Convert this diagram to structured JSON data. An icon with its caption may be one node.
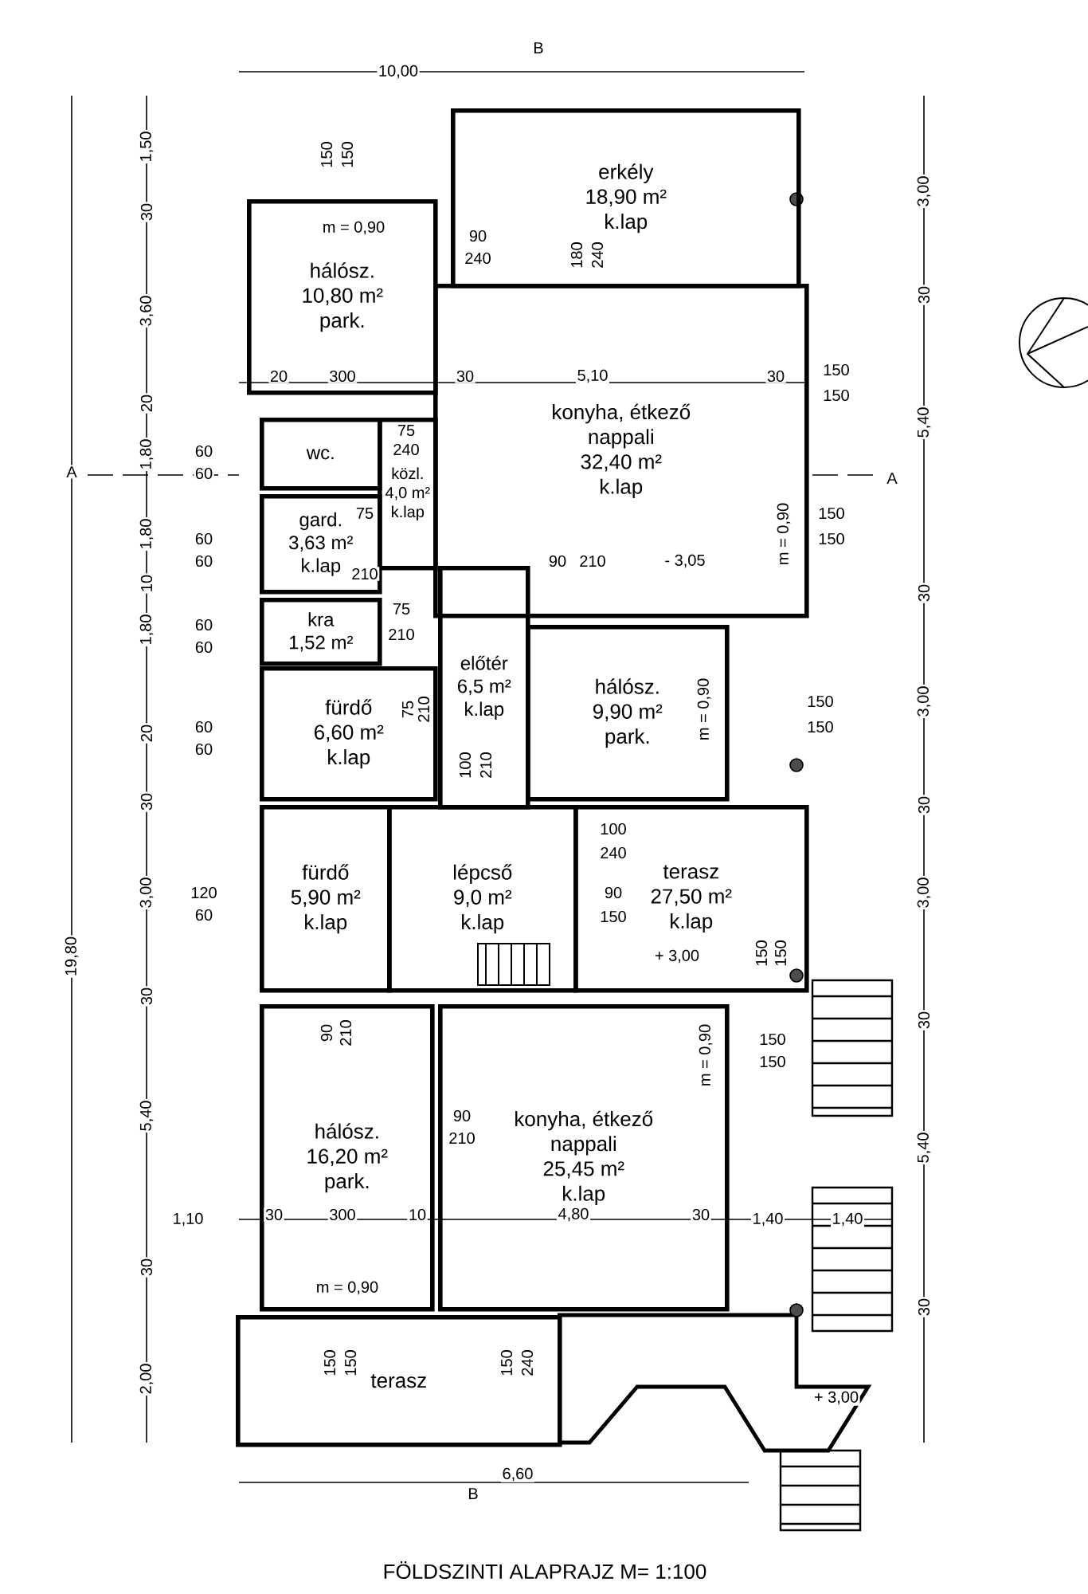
{
  "diagram": {
    "caption": "FÖLDSZINTI ALAPRAJZ M= 1:100",
    "nodes": [
      {
        "text": [
          "erkély",
          "18,90 m²",
          "k.lap"
        ]
      },
      {
        "text": [
          "hálósz.",
          "10,80 m²",
          "park."
        ]
      },
      {
        "text": [
          "konyha, étkező",
          "nappali",
          "32,40 m²",
          "k.lap"
        ]
      },
      {
        "text": [
          "wc."
        ]
      },
      {
        "text": [
          "közl.",
          "4,0 m²",
          "k.lap"
        ]
      },
      {
        "text": [
          "gard.",
          "3,63 m²",
          "k.lap"
        ]
      },
      {
        "text": [
          "kra",
          "1,52 m²"
        ]
      },
      {
        "text": [
          "fürdő",
          "6,60 m²",
          "k.lap"
        ]
      },
      {
        "text": [
          "előtér",
          "6,5 m²",
          "k.lap"
        ]
      },
      {
        "text": [
          "hálósz.",
          "9,90 m²",
          "park."
        ]
      },
      {
        "text": [
          "fürdő",
          "5,90 m²",
          "k.lap"
        ]
      },
      {
        "text": [
          "lépcső",
          "9,0 m²",
          "k.lap"
        ]
      },
      {
        "text": [
          "terasz",
          "27,50 m²",
          "k.lap"
        ]
      },
      {
        "text": [
          "hálósz.",
          "16,20 m²",
          "park."
        ]
      },
      {
        "text": [
          "konyha, étkező",
          "nappali",
          "25,45 m²",
          "k.lap"
        ]
      },
      {
        "text": [
          "terasz"
        ]
      }
    ],
    "labels": [
      "10,00",
      "B",
      "1,50",
      "150",
      "150",
      "3,00",
      "30",
      "m = 0,90",
      "90",
      "240",
      "180",
      "240",
      "3,60",
      "30",
      "20",
      "300",
      "30",
      "5,10",
      "30",
      "150",
      "150",
      "20",
      "A",
      "1,80",
      "60",
      "60",
      "75",
      "240",
      "5,40",
      "A",
      "1,80",
      "60",
      "60",
      "75",
      "210",
      "90",
      "210",
      "- 3,05",
      "m = 0,90",
      "150",
      "150",
      "10",
      "1,80",
      "60",
      "60",
      "75",
      "210",
      "30",
      "3,00",
      "20",
      "60",
      "60",
      "75",
      "210",
      "m = 0,90",
      "150",
      "150",
      "100",
      "210",
      "30",
      "30",
      "100",
      "240",
      "19,80",
      "120",
      "60",
      "90",
      "150",
      "3,00",
      "3,00",
      "+ 3,00",
      "150",
      "150",
      "30",
      "30",
      "90",
      "210",
      "m = 0,90",
      "150",
      "150",
      "90",
      "210",
      "5,40",
      "5,40",
      "1,10",
      "30",
      "300",
      "10",
      "4,80",
      "30",
      "1,40",
      "1,40",
      "30",
      "m = 0,90",
      "30",
      "150",
      "150",
      "150",
      "240",
      "2,00",
      "+ 3,00",
      "B",
      "6,60"
    ]
  }
}
